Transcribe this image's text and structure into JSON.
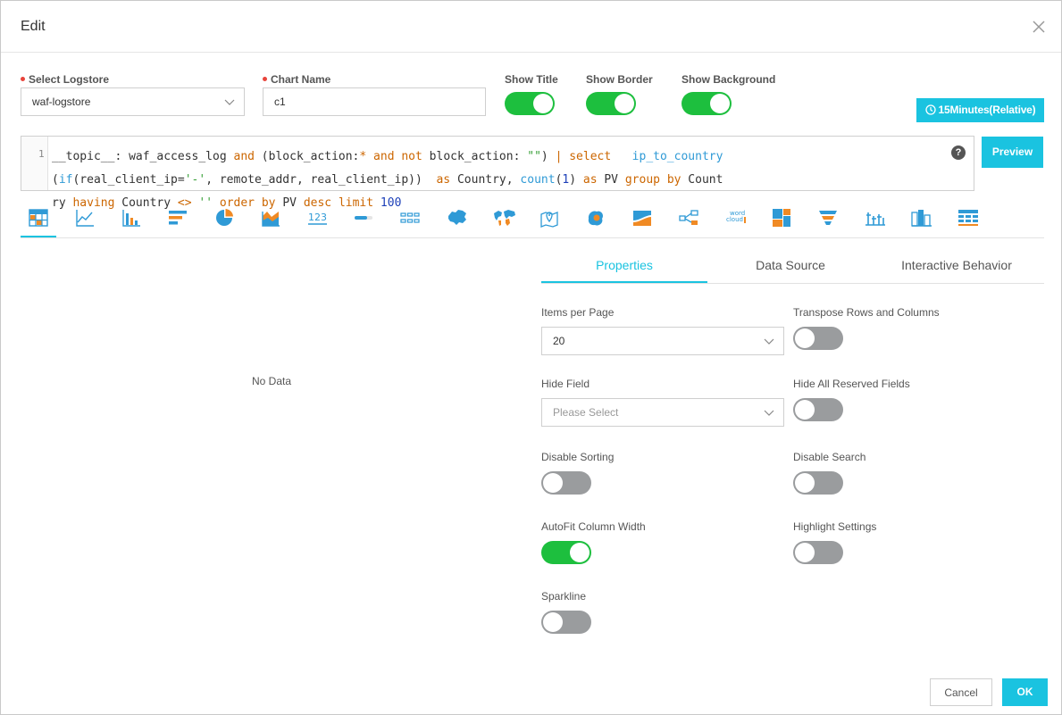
{
  "dialog": {
    "title": "Edit"
  },
  "form": {
    "logstore_label": "Select Logstore",
    "logstore_value": "waf-logstore",
    "chart_name_label": "Chart Name",
    "chart_name_value": "c1",
    "show_title_label": "Show Title",
    "show_title_on": true,
    "show_border_label": "Show Border",
    "show_border_on": true,
    "show_background_label": "Show Background",
    "show_background_on": true
  },
  "time_range": {
    "label": "15Minutes(Relative)"
  },
  "editor": {
    "line_number": "1",
    "query": "__topic__: waf_access_log and (block_action:* and not block_action: \"\") | select   ip_to_country(if(real_client_ip='-', remote_addr, real_client_ip))  as Country, count(1) as PV group by Country having Country <> '' order by PV desc limit 100",
    "help_symbol": "?"
  },
  "preview_button": "Preview",
  "chart_types": [
    {
      "name": "table-chart-icon"
    },
    {
      "name": "line-chart-icon"
    },
    {
      "name": "column-chart-icon"
    },
    {
      "name": "bar-chart-icon"
    },
    {
      "name": "pie-chart-icon"
    },
    {
      "name": "area-chart-icon"
    },
    {
      "name": "number-chart-icon",
      "text": "123"
    },
    {
      "name": "progress-bar-icon"
    },
    {
      "name": "flow-graph-icon"
    },
    {
      "name": "china-map-icon"
    },
    {
      "name": "world-map-icon"
    },
    {
      "name": "gaode-map-icon"
    },
    {
      "name": "amap-icon"
    },
    {
      "name": "flow-chart-icon"
    },
    {
      "name": "sankey-icon"
    },
    {
      "name": "word-cloud-icon",
      "text1": "word",
      "text2": "cloud"
    },
    {
      "name": "treemap-icon"
    },
    {
      "name": "funnel-icon"
    },
    {
      "name": "tick-chart-icon"
    },
    {
      "name": "histogram-icon"
    },
    {
      "name": "cross-table-icon"
    }
  ],
  "preview_area": {
    "no_data": "No Data"
  },
  "tabs": [
    {
      "label": "Properties",
      "active": true
    },
    {
      "label": "Data Source",
      "active": false
    },
    {
      "label": "Interactive Behavior",
      "active": false
    }
  ],
  "properties": {
    "items_per_page_label": "Items per Page",
    "items_per_page_value": "20",
    "transpose_label": "Transpose Rows and Columns",
    "transpose_on": false,
    "hide_field_label": "Hide Field",
    "hide_field_placeholder": "Please Select",
    "hide_reserved_label": "Hide All Reserved Fields",
    "hide_reserved_on": false,
    "disable_sorting_label": "Disable Sorting",
    "disable_sorting_on": false,
    "disable_search_label": "Disable Search",
    "disable_search_on": false,
    "autofit_label": "AutoFit Column Width",
    "autofit_on": true,
    "highlight_label": "Highlight Settings",
    "highlight_on": false,
    "sparkline_label": "Sparkline",
    "sparkline_on": false
  },
  "footer": {
    "cancel": "Cancel",
    "ok": "OK"
  },
  "colors": {
    "accent": "#1ac3e0",
    "toggle_on": "#1dbf3e",
    "toggle_off": "#9a9c9e",
    "required": "#e8443b"
  }
}
